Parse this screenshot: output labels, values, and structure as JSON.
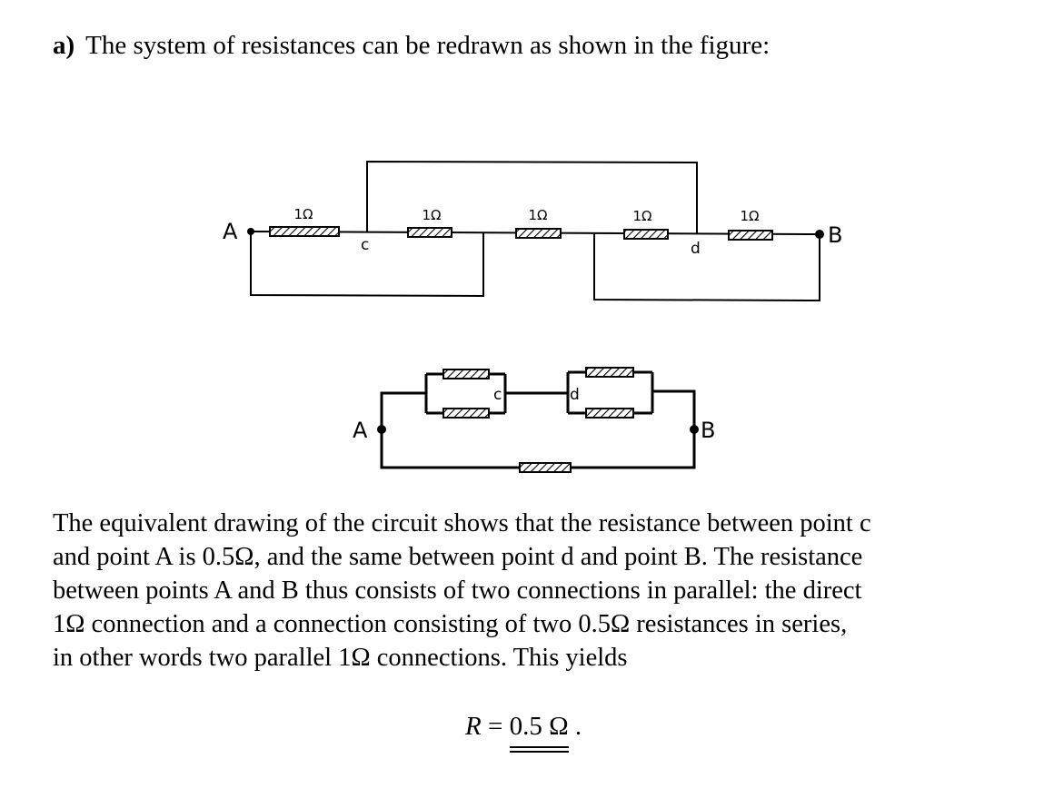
{
  "heading": {
    "label": "a)",
    "text": "The system of resistances can be redrawn as shown in the figure:"
  },
  "figure1": {
    "node_a": "A",
    "node_b": "B",
    "node_c": "c",
    "node_d": "d",
    "resistors": [
      {
        "label": "1Ω"
      },
      {
        "label": "1Ω"
      },
      {
        "label": "1Ω"
      },
      {
        "label": "1Ω"
      },
      {
        "label": "1Ω"
      }
    ]
  },
  "figure2": {
    "node_a": "A",
    "node_b": "B",
    "node_c": "c",
    "node_d": "d"
  },
  "paragraph": {
    "lines": [
      "The equivalent drawing of the circuit shows that the resistance between point c",
      "and point A is 0.5Ω, and the same between point d and point B. The resistance",
      "between points A and B thus consists of two connections in parallel: the direct",
      "1Ω connection and a connection consisting of two 0.5Ω  resistances in series,",
      "in other words two parallel 1Ω  connections. This yields"
    ]
  },
  "formula": {
    "lhs": "R",
    "equals": " = ",
    "value": "0.5 Ω",
    "end": " ."
  }
}
